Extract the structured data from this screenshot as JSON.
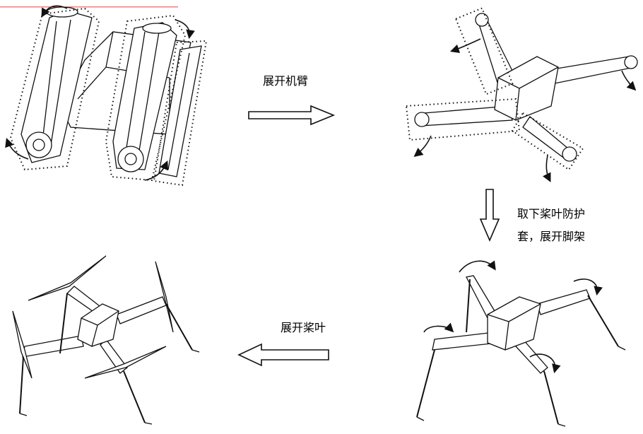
{
  "steps": {
    "unfold_arms": "展开机臂",
    "remove_covers_line1": "取下桨叶防护",
    "remove_covers_line2": "套，展开脚架",
    "unfold_props": "展开桨叶"
  },
  "header_cut_text": "＿＿＿＿＿＿＿＿＿＿＿＿＿＿",
  "colors": {
    "accent": "#e60000",
    "line": "#111111"
  }
}
